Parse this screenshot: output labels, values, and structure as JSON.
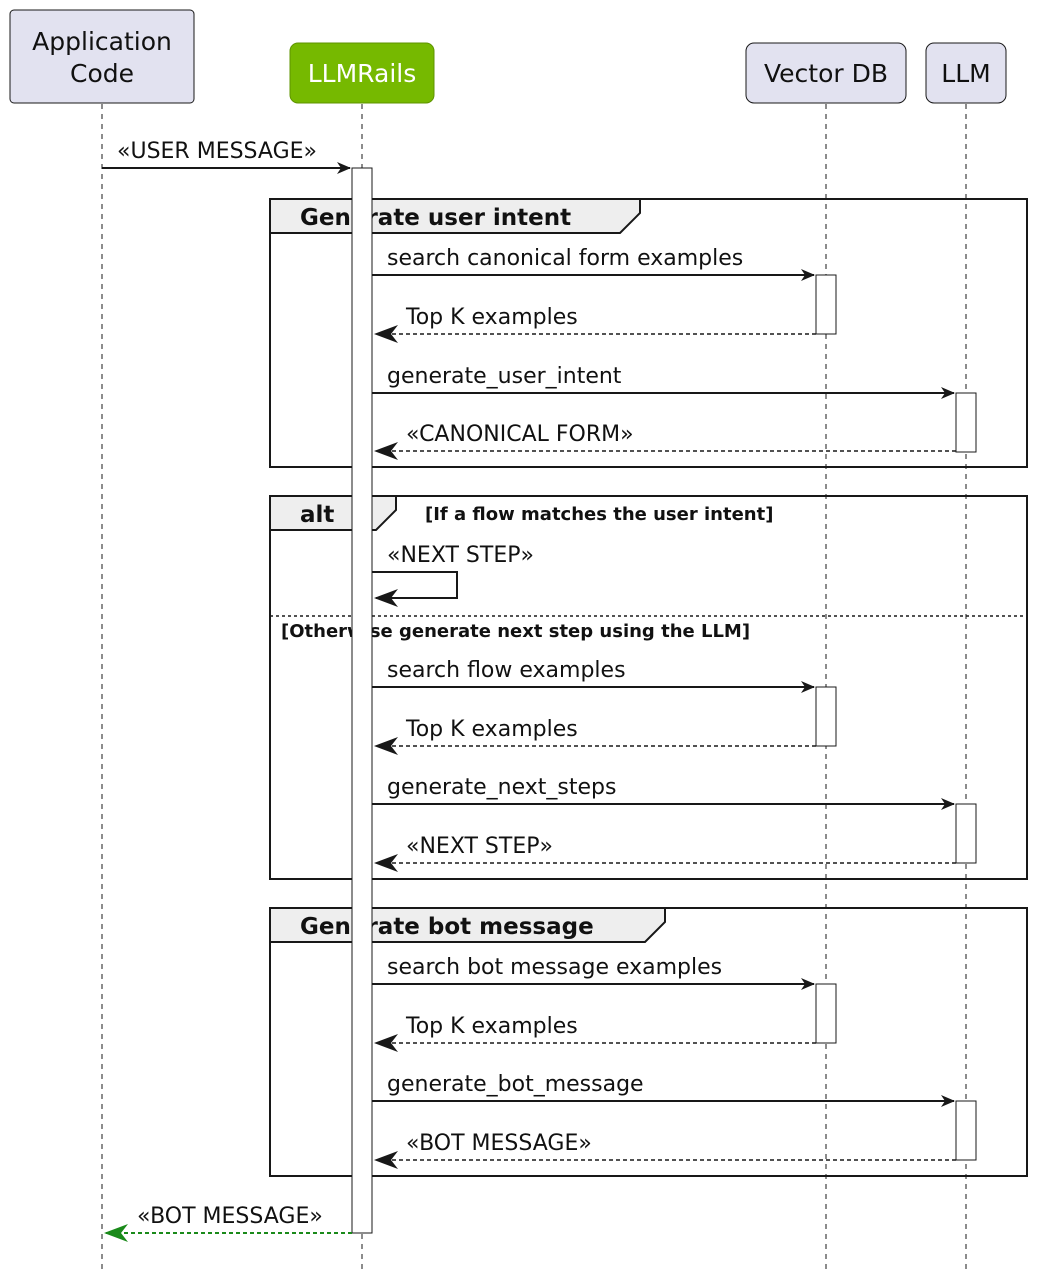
{
  "participants": {
    "app": {
      "line1": "Application",
      "line2": "Code",
      "bg": "#e2e2f0"
    },
    "rails": {
      "label": "LLMRails",
      "bg": "#76b900",
      "text_color": "#ffffff"
    },
    "vdb": {
      "label": "Vector DB",
      "bg": "#e2e2f0"
    },
    "llm": {
      "label": "LLM",
      "bg": "#e2e2f0"
    }
  },
  "groups": {
    "user_intent": {
      "title": "Generate user intent"
    },
    "alt": {
      "title": "alt",
      "guard_if": "[If a flow matches the user intent]",
      "guard_else": "[Otherwise generate next step using the LLM]"
    },
    "bot_message": {
      "title": "Generate bot message"
    }
  },
  "messages": {
    "user_message": "«USER MESSAGE»",
    "search_canonical": "search canonical form examples",
    "topk_1": "Top K examples",
    "gen_user_intent": "generate_user_intent",
    "canonical_form": "«CANONICAL FORM»",
    "next_step_self": "«NEXT STEP»",
    "search_flow": "search flow examples",
    "topk_2": "Top K examples",
    "gen_next_steps": "generate_next_steps",
    "next_step_llm": "«NEXT STEP»",
    "search_bot": "search bot message examples",
    "topk_3": "Top K examples",
    "gen_bot_message": "generate_bot_message",
    "bot_message_llm": "«BOT MESSAGE»",
    "bot_message_out": "«BOT MESSAGE»"
  },
  "colors": {
    "return_highlight": "#1a8a1a",
    "frame_header": "#eeeeee"
  }
}
